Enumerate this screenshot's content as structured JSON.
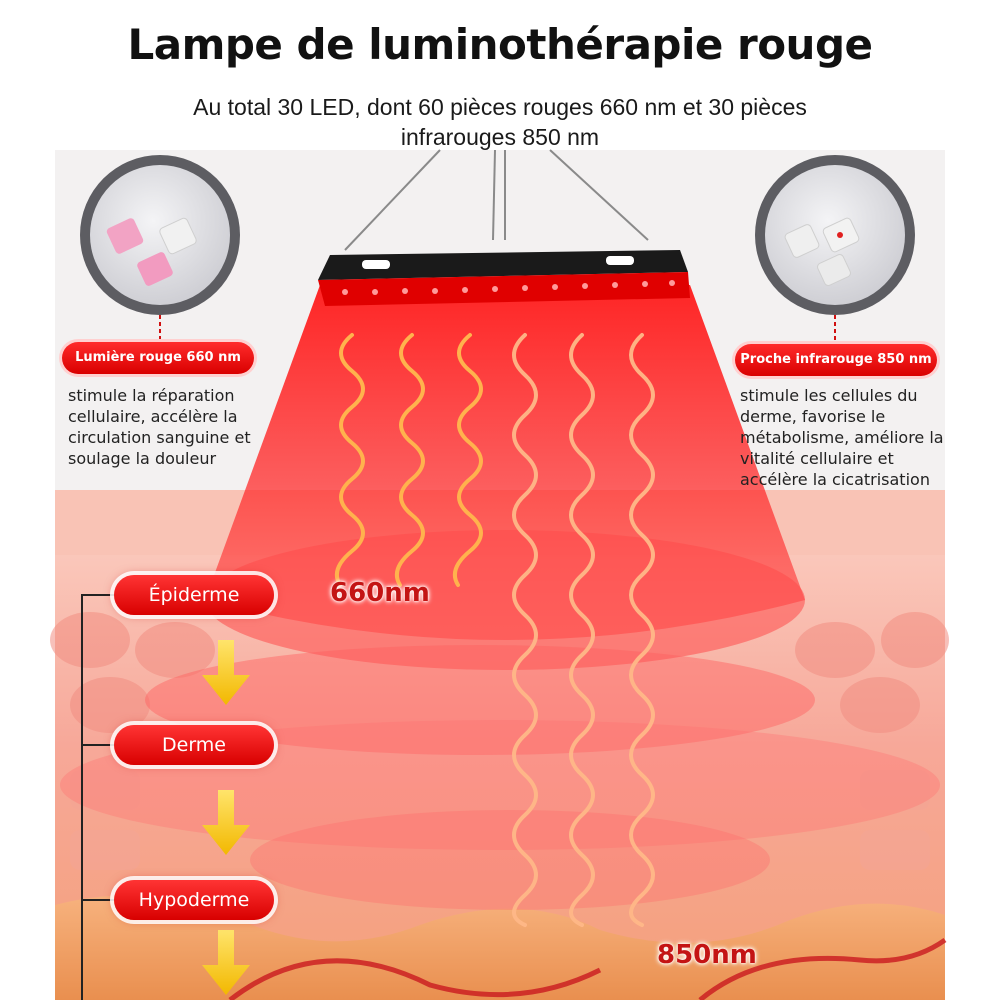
{
  "header": {
    "title": "Lampe de luminothérapie rouge",
    "subtitle": "Au total 30 LED, dont 60 pièces rouges 660 nm et 30 pièces infrarouges 850 nm"
  },
  "left_panel": {
    "label": "Lumière rouge 660 nm",
    "description": "stimule la réparation cellulaire, accélère la circulation sanguine et soulage la douleur"
  },
  "right_panel": {
    "label": "Proche infrarouge 850 nm",
    "description": "stimule les cellules du derme, favorise le métabolisme, améliore la vitalité cellulaire et accélère la cicatrisation"
  },
  "layers": {
    "epidermis": "Épiderme",
    "dermis": "Derme",
    "hypodermis": "Hypoderme"
  },
  "wavelength_labels": {
    "red": "660nm",
    "infrared": "850nm"
  },
  "colors": {
    "accent_red": "#e00000",
    "skin_pink": "#f6b3a8",
    "arrow_yellow": "#f5c800",
    "wave_orange": "#ffb04a"
  }
}
